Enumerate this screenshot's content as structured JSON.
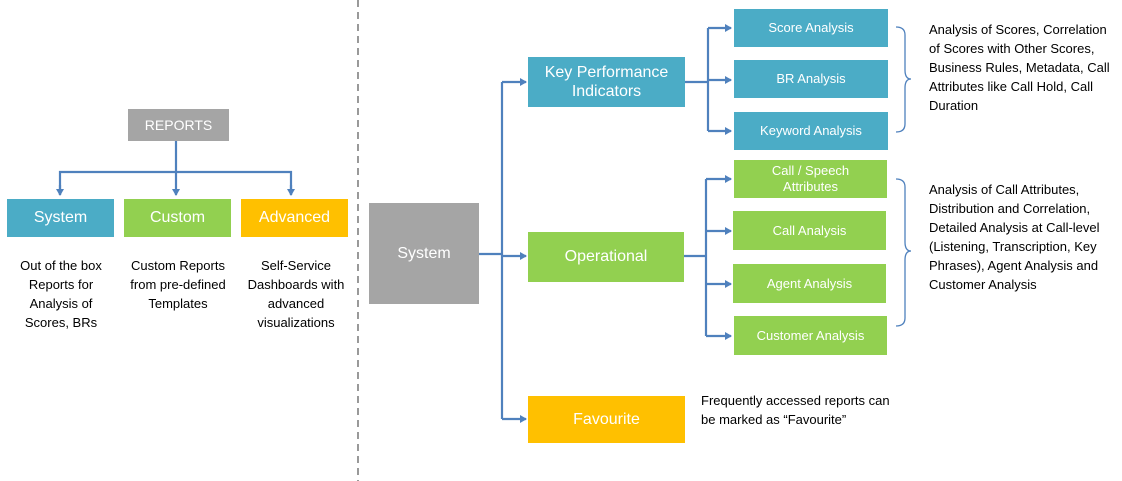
{
  "left": {
    "reports_label": "REPORTS",
    "system_label": "System",
    "custom_label": "Custom",
    "advanced_label": "Advanced",
    "system_desc": "Out of the box Reports for Analysis of Scores, BRs",
    "custom_desc": "Custom Reports from pre-defined Templates",
    "advanced_desc": "Self-Service Dashboards with advanced visualizations"
  },
  "right": {
    "system_label": "System",
    "kpi_label": "Key Performance Indicators",
    "operational_label": "Operational",
    "favourite_label": "Favourite",
    "kpi_items": [
      "Score Analysis",
      "BR Analysis",
      "Keyword Analysis"
    ],
    "operational_items": [
      "Call / Speech Attributes",
      "Call Analysis",
      "Agent Analysis",
      "Customer Analysis"
    ],
    "kpi_desc": "Analysis of Scores, Correlation of Scores with Other Scores, Business Rules, Metadata, Call Attributes like Call Hold, Call Duration",
    "operational_desc": "Analysis of Call Attributes, Distribution and Correlation, Detailed Analysis at Call-level (Listening, Transcription, Key Phrases), Agent Analysis and Customer Analysis",
    "favourite_desc": "Frequently accessed reports can be marked as “Favourite”"
  },
  "colors": {
    "gray": "#a5a5a5",
    "blue": "#4bacc6",
    "green": "#92d050",
    "orange": "#ffc000",
    "connector": "#4f81bd"
  }
}
